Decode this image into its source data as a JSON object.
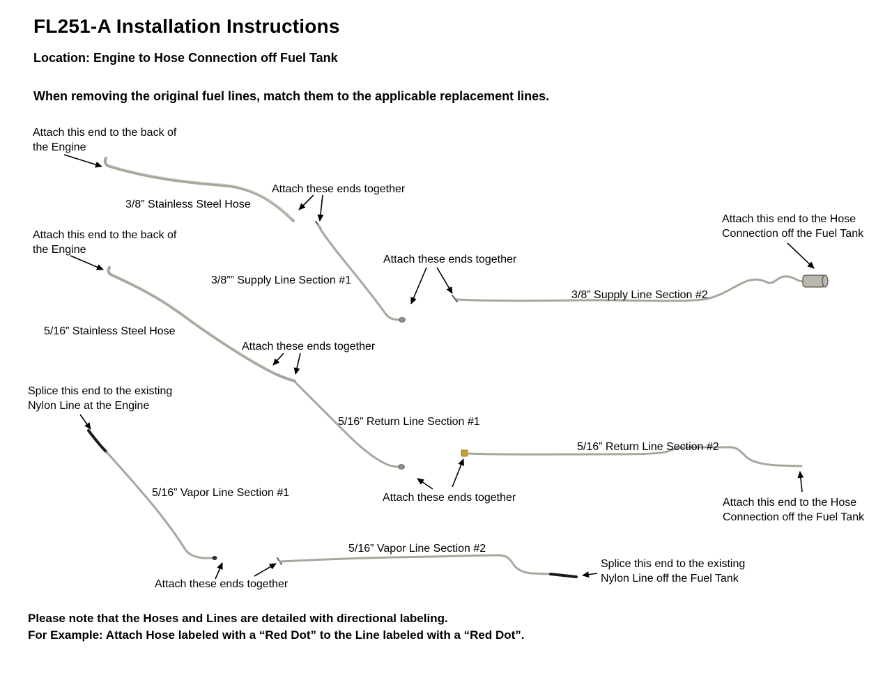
{
  "header": {
    "title": "FL251-A Installation Instructions",
    "location": "Location: Engine to Hose Connection off Fuel Tank",
    "note": "When removing the original fuel lines, match them to the applicable replacement lines."
  },
  "labels": {
    "attach_engine_1": "Attach this end to the back of\nthe Engine",
    "hose_38": "3/8” Stainless Steel Hose",
    "attach_ends_1": "Attach these ends together",
    "attach_engine_2": "Attach this end to the back of\nthe Engine",
    "supply_line_1": "3/8”” Supply Line Section #1",
    "attach_ends_2": "Attach these ends together",
    "attach_tank_top": "Attach this end to the Hose\nConnection off the Fuel Tank",
    "supply_line_2": "3/8” Supply Line Section #2",
    "hose_516": "5/16” Stainless Steel Hose",
    "attach_ends_3": "Attach these ends together",
    "splice_engine": "Splice this end to the existing\nNylon Line at the Engine",
    "return_line_1": "5/16” Return Line Section #1",
    "return_line_2": "5/16” Return Line Section #2",
    "vapor_line_1": "5/16” Vapor Line Section #1",
    "attach_ends_4": "Attach these ends together",
    "attach_tank_bottom": "Attach this end to the Hose\nConnection off the Fuel Tank",
    "vapor_line_2": "5/16” Vapor Line Section #2",
    "splice_tank": "Splice this end to the existing\nNylon Line off the Fuel Tank",
    "attach_ends_5": "Attach these ends together"
  },
  "footer": {
    "line1": "Please note that the Hoses and Lines are detailed with directional labeling.",
    "line2": "For Example: Attach Hose labeled with a “Red Dot” to the Line labeled with a “Red Dot”."
  },
  "colors": {
    "line_gray": "#a8a69c",
    "nylon_black": "#1a1a1a",
    "fitting_gold": "#c9a227"
  }
}
